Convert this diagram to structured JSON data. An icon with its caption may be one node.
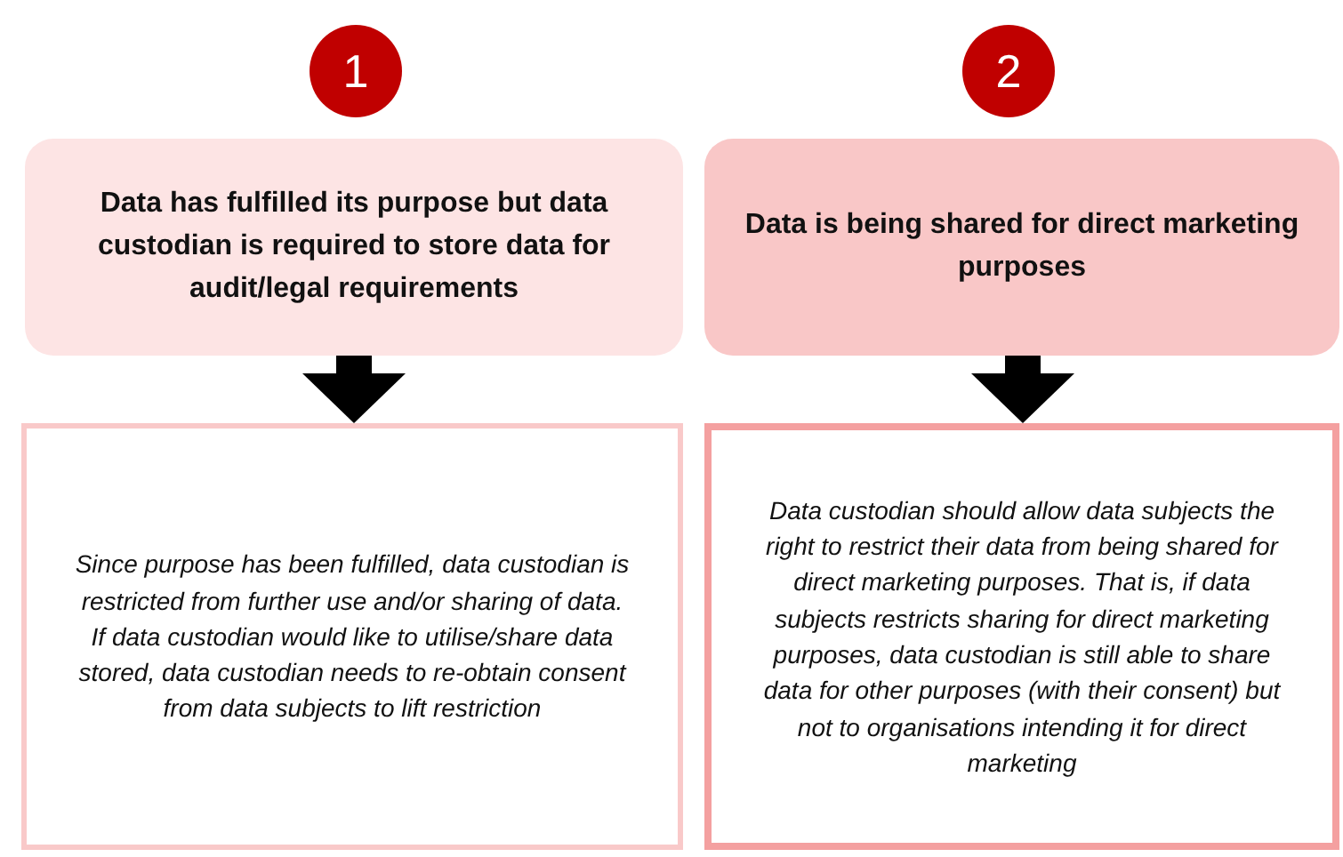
{
  "diagram": {
    "nodes": [
      {
        "text": [
          "1"
        ]
      },
      {
        "text": [
          "Data has fulfilled its purpose but data custodian is required to store data for audit/legal requirements"
        ]
      },
      {
        "text": [
          "Since purpose has been fulfilled, data custodian is restricted from further use and/or sharing of data. If data custodian would like to utilise/share data stored, data custodian needs to re-obtain consent from data subjects to lift restriction"
        ]
      },
      {
        "text": [
          "2"
        ]
      },
      {
        "text": [
          "Data is being shared for direct marketing purposes"
        ]
      },
      {
        "text": [
          "Data custodian should allow data subjects the right to restrict their data from being shared for direct marketing purposes. That is, if data subjects restricts sharing for direct marketing purposes, data custodian is still able to share data for other purposes (with their consent) but not to organisations intending it for direct marketing"
        ]
      }
    ],
    "edges": [
      {
        "from": 1,
        "to": 2,
        "arrow": "to"
      },
      {
        "from": 4,
        "to": 5,
        "arrow": "to"
      }
    ]
  }
}
